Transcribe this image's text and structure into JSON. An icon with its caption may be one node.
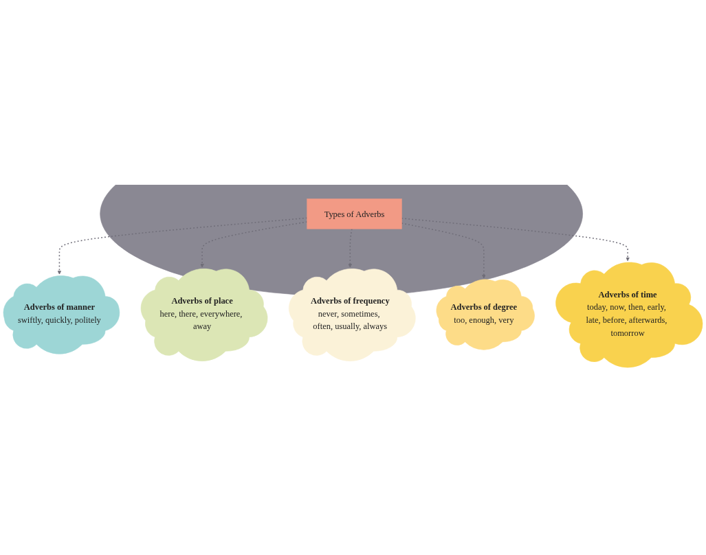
{
  "diagram": {
    "nodes": [
      {
        "text": [
          "Adverbs of manner",
          "swiftly, quickly, politely"
        ]
      },
      {
        "text": [
          "Adverbs of place",
          "here, there, everywhere, away"
        ]
      },
      {
        "text": [],
        "shape": "circle"
      },
      {
        "text": [
          "Types of Adverbs"
        ],
        "in": 2
      },
      {
        "text": [
          "Adverbs of frequency",
          "never, sometimes, often, usually, always"
        ]
      },
      {
        "text": [
          "Adverbs of degree",
          "too, enough, very"
        ]
      },
      {
        "text": [
          "Adverbs of time",
          "today, now, then, early, late, before, afterwards, tomorrow"
        ]
      }
    ],
    "edges": [
      {
        "from": 3,
        "to": 0,
        "arrow": "to",
        "style": "dashed"
      },
      {
        "from": 3,
        "to": 1,
        "arrow": "to",
        "style": "dashed"
      },
      {
        "from": 3,
        "to": 4,
        "arrow": "to",
        "style": "dashed"
      },
      {
        "from": 3,
        "to": 5,
        "arrow": "to",
        "style": "dashed"
      },
      {
        "from": 3,
        "to": 6,
        "arrow": "to",
        "style": "dashed"
      }
    ]
  }
}
